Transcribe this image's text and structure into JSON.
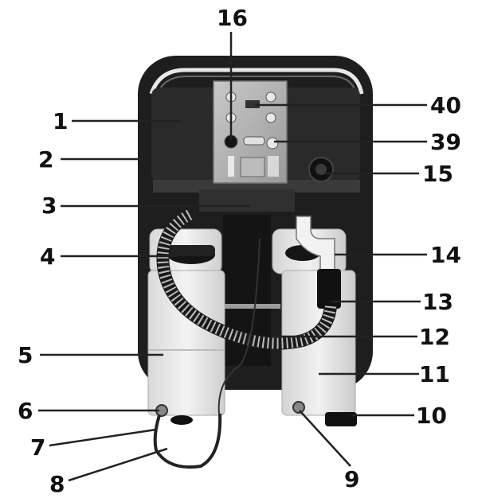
{
  "callouts": {
    "c1": "1",
    "c2": "2",
    "c3": "3",
    "c4": "4",
    "c5": "5",
    "c6": "6",
    "c7": "7",
    "c8": "8",
    "c9": "9",
    "c10": "10",
    "c11": "11",
    "c12": "12",
    "c13": "13",
    "c14": "14",
    "c15": "15",
    "c16": "16",
    "c39": "39",
    "c40": "40"
  }
}
